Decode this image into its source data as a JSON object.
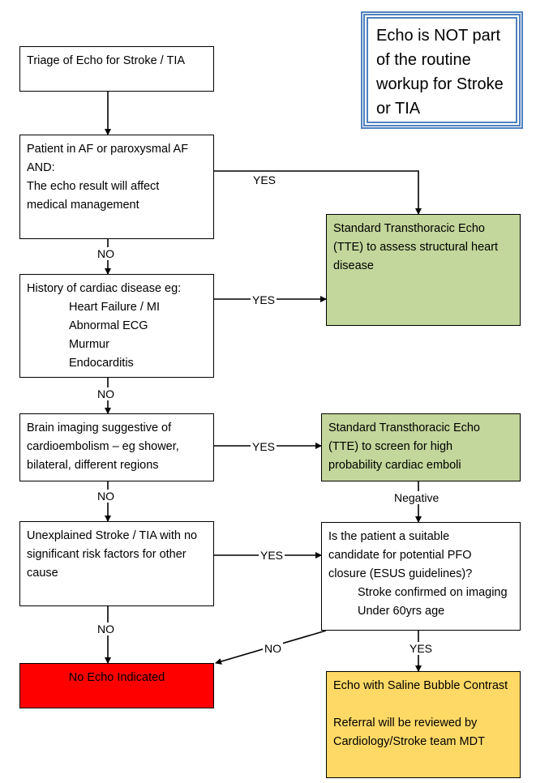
{
  "notice": {
    "lines": [
      "Echo is NOT part",
      "of the routine",
      "workup for Stroke",
      "or TIA"
    ]
  },
  "boxes": {
    "triage": {
      "text": "Triage of Echo for Stroke / TIA"
    },
    "af": {
      "lines": [
        "Patient in AF or paroxysmal AF",
        "AND:",
        "The echo result will affect",
        "medical management"
      ]
    },
    "cardiac": {
      "title": "History of cardiac disease eg:",
      "items": [
        "Heart Failure / MI",
        "Abnormal ECG",
        "Murmur",
        "Endocarditis"
      ]
    },
    "brain": {
      "lines": [
        "Brain imaging suggestive of",
        "cardioembolism – eg shower,",
        "bilateral, different regions"
      ]
    },
    "unexplained": {
      "lines": [
        "Unexplained Stroke / TIA with no",
        "significant risk factors for other",
        "cause"
      ]
    },
    "no_echo": {
      "text": "No Echo Indicated"
    },
    "tte_structural": {
      "lines": [
        "Standard Transthoracic Echo",
        "(TTE) to assess structural heart",
        "disease"
      ]
    },
    "tte_screen": {
      "lines": [
        "Standard Transthoracic Echo",
        "(TTE) to screen for high",
        "probability cardiac emboli"
      ]
    },
    "pfo": {
      "lines": [
        "Is the patient a suitable",
        "candidate for potential PFO",
        "closure (ESUS guidelines)?"
      ],
      "items": [
        "Stroke confirmed on imaging",
        "Under 60yrs age"
      ]
    },
    "bubble": {
      "line1": "Echo with Saline Bubble Contrast",
      "line2": "Referral will be reviewed by",
      "line3": "Cardiology/Stroke team MDT"
    }
  },
  "labels": {
    "yes_af": "YES",
    "no_af": "NO",
    "yes_cardiac": "YES",
    "no_cardiac": "NO",
    "yes_brain": "YES",
    "no_brain": "NO",
    "negative": "Negative",
    "yes_unexplained": "YES",
    "no_unexplained": "NO",
    "no_pfo": "NO",
    "yes_pfo": "YES"
  }
}
